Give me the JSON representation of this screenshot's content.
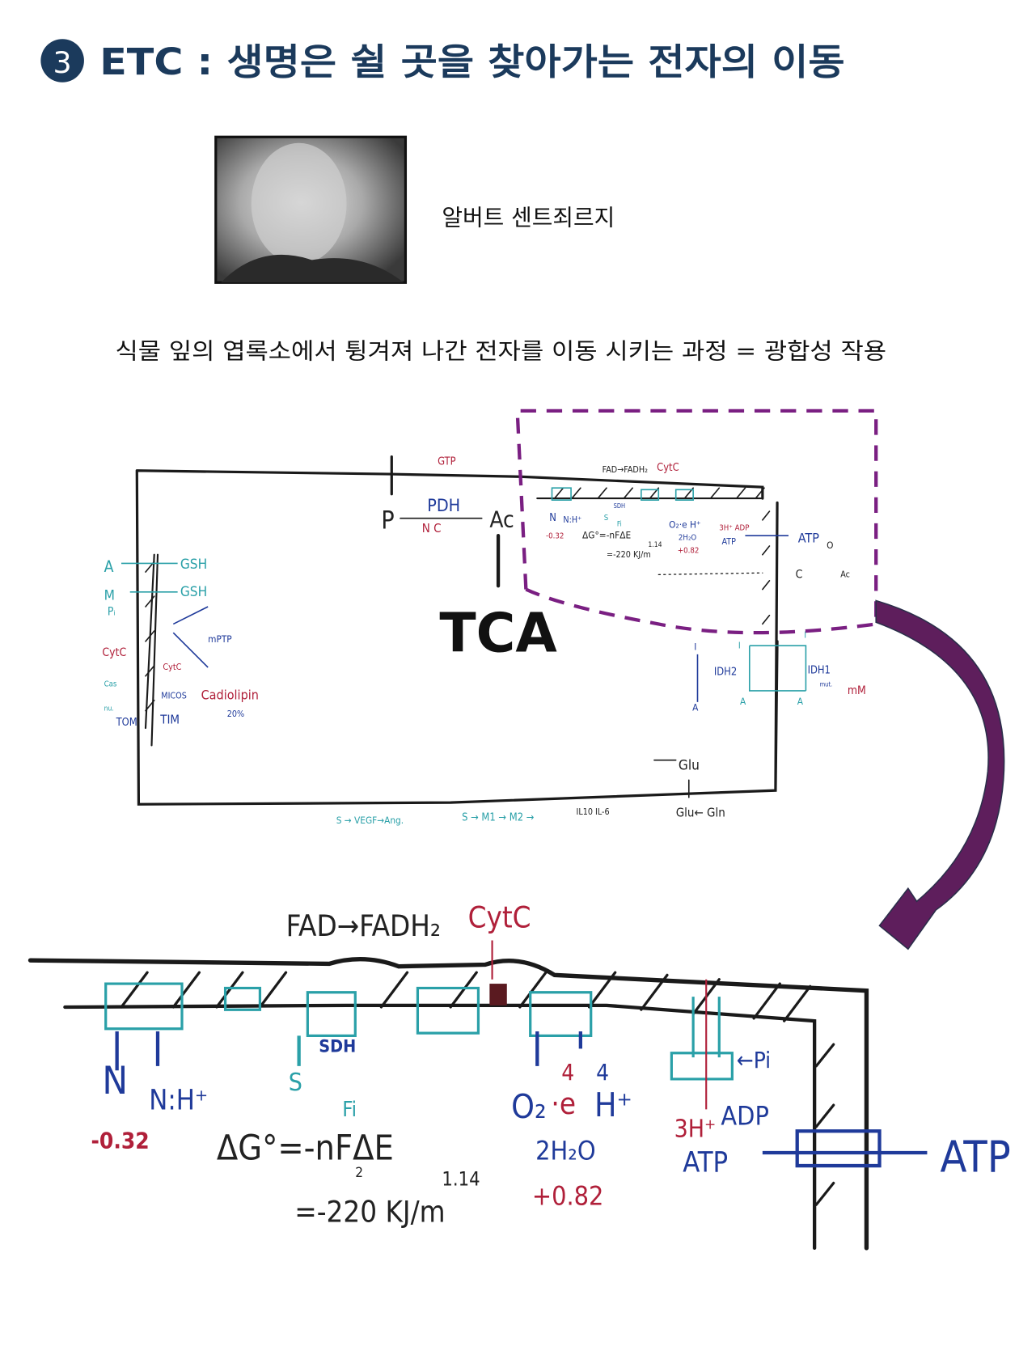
{
  "header": {
    "step_number": "3",
    "title": "ETC  : 생명은 쉴 곳을 찾아가는 전자의 이동"
  },
  "portrait": {
    "caption": "알버트 센트죄르지"
  },
  "subtitle": "식물 잎의 엽록소에서 튕겨져  나간 전자를 이동 시키는 과정 = 광합성 작용",
  "colors": {
    "title": "#1b3a5c",
    "accent_purple": "#7a1f82",
    "arrow_purple": "#5e1e5c",
    "ink_blue": "#1f3a9a",
    "ink_teal": "#2aa0a8",
    "ink_red": "#b0203a"
  },
  "diagram": {
    "center_label": "TCA",
    "gtp": "GTP",
    "fad": "FAD→FADH₂",
    "cytc_top": "CytC",
    "p": "P",
    "pdh": "PDH",
    "nc": "N C",
    "ac": "Ac",
    "left": {
      "a": "A",
      "gsh1": "GSH",
      "m": "M",
      "pi": "Pᵢ",
      "gsh2": "GSH",
      "mptp": "mPTP",
      "cytc": "CytC",
      "cyt_inner": "CytC",
      "cas": "Cas",
      "nu": "nu.",
      "micos": "MICOS",
      "cardiolipin": "Cadiolipin",
      "percent": "20%",
      "tom": "TOM",
      "tim": "TIM"
    },
    "etc": {
      "n": "N",
      "nh": "N:H⁺",
      "e1": "-0.32",
      "dg": "ΔG°=-nFΔE",
      "val114": "1.14",
      "kj": "=-220 KJ/m",
      "sdh": "SDH",
      "s": "S",
      "fi": "Fi",
      "o2": "O₂·e H⁺",
      "h2o": "2H₂O",
      "e2": "+0.82",
      "h3": "3H⁺ ADP",
      "atp_in": "ATP",
      "atp_out": "ATP",
      "o": "O",
      "c": "C",
      "ac2": "Ac"
    },
    "idh": {
      "i1": "I",
      "a1": "A",
      "i2": "I",
      "i3": "I",
      "idh2": "IDH2",
      "idh1": "IDH1",
      "mut": "mut.",
      "mm": "mM",
      "a2": "A",
      "a3": "A"
    },
    "bottom": {
      "glu": "Glu",
      "glu_gln": "Glu← Gln",
      "vegf": "S → VEGF→Ang.",
      "m1m2": "S → M1 → M2 →",
      "il": "IL10  IL-6"
    }
  },
  "zoom": {
    "fad": "FAD→FADH₂",
    "cytc": "CytC",
    "n": "N",
    "nh": "N:H⁺",
    "e1": "-0.32",
    "dg": "ΔG°=-nFΔE",
    "n2": "2",
    "val114": "1.14",
    "kj": "=-220 KJ/m",
    "sdh": "SDH",
    "s": "S",
    "fi": "Fi",
    "four_red": "4",
    "four_blue": "4",
    "o2": "O₂",
    "e": "·e",
    "h": "H⁺",
    "h2o": "2H₂O",
    "e2": "+0.82",
    "pi": "←Pi",
    "h3": "3H⁺",
    "adp": "ADP",
    "atp_in": "ATP",
    "atp_out": "ATP"
  }
}
